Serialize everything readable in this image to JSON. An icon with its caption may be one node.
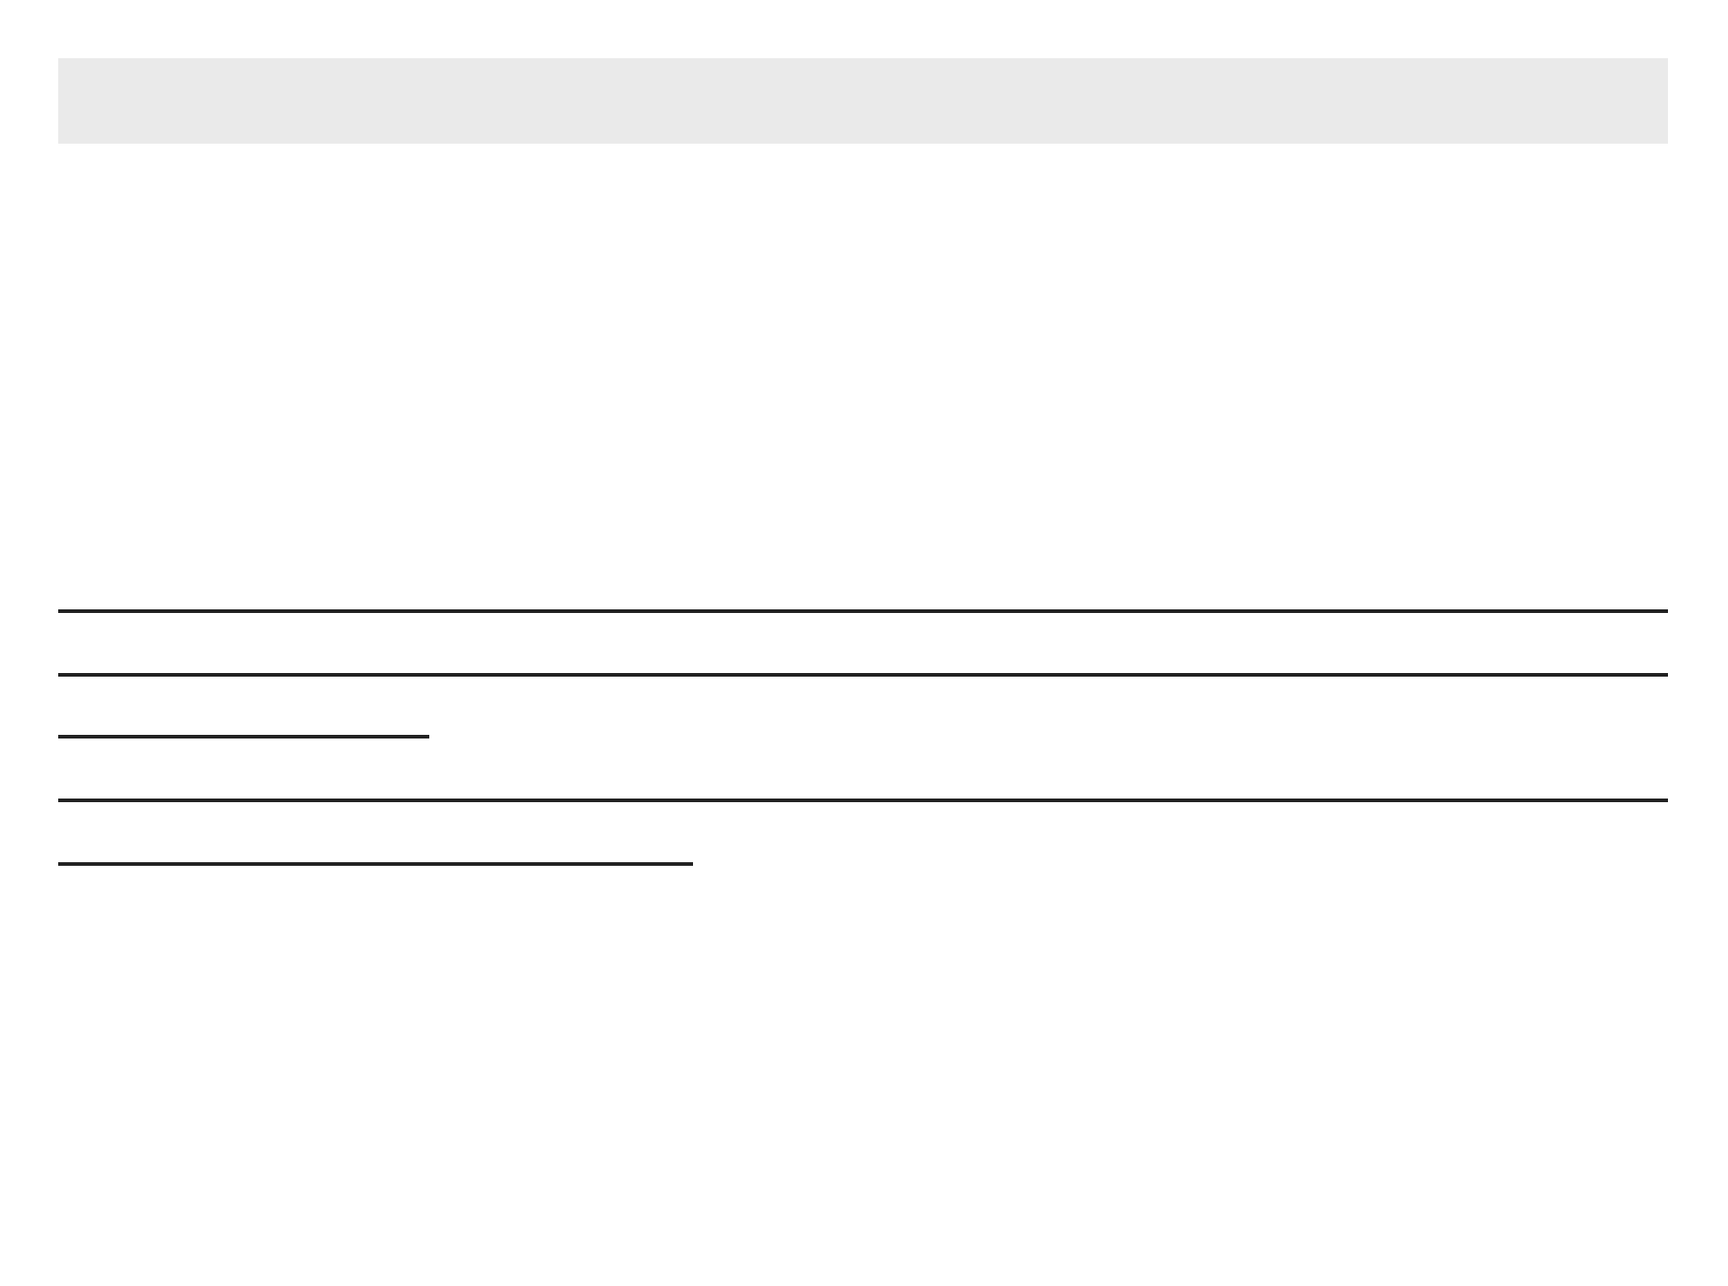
{
  "diagram": {
    "nodes": [
      {
        "text": [],
        "shape": "bar"
      },
      {
        "text": [],
        "shape": "line"
      },
      {
        "text": [],
        "shape": "line"
      },
      {
        "text": [],
        "shape": "line"
      },
      {
        "text": [],
        "shape": "line"
      },
      {
        "text": [],
        "shape": "line"
      }
    ]
  }
}
